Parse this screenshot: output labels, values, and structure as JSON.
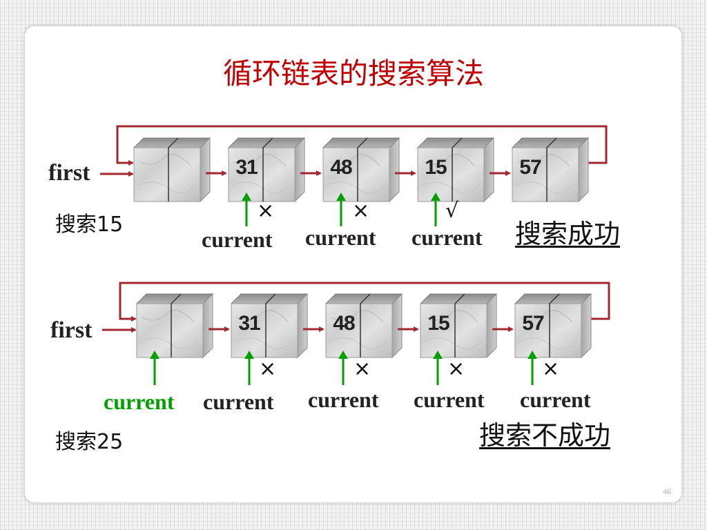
{
  "title": "循环链表的搜索算法",
  "page_number": "46",
  "colors": {
    "title": "#c00000",
    "link": "#a0282e",
    "pointer": "#00a000"
  },
  "top": {
    "head_label": "first",
    "node_values": [
      "",
      "31",
      "48",
      "15",
      "57"
    ],
    "search_label": "搜索15",
    "pointers": [
      {
        "label": "current",
        "mark": "×"
      },
      {
        "label": "current",
        "mark": "×"
      },
      {
        "label": "current",
        "mark": "√"
      }
    ],
    "result": "搜索成功"
  },
  "bottom": {
    "head_label": "first",
    "node_values": [
      "",
      "31",
      "48",
      "15",
      "57"
    ],
    "search_label": "搜索25",
    "pointers": [
      {
        "label": "current",
        "mark": ""
      },
      {
        "label": "current",
        "mark": "×"
      },
      {
        "label": "current",
        "mark": "×"
      },
      {
        "label": "current",
        "mark": "×"
      },
      {
        "label": "current",
        "mark": "×"
      }
    ],
    "result": "搜索不成功"
  }
}
